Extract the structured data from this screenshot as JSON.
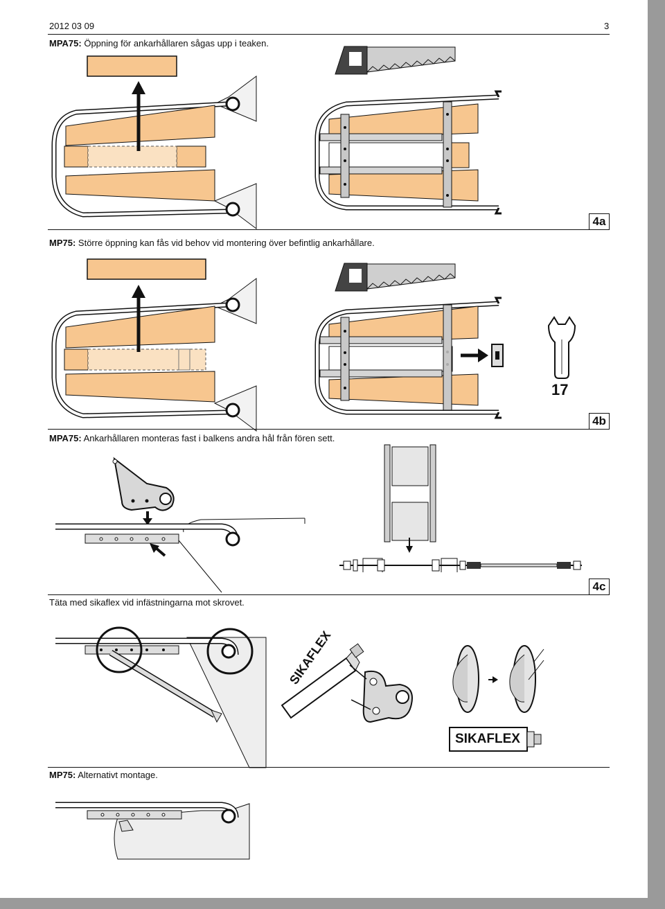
{
  "header": {
    "date": "2012 03 09",
    "page_number": "3"
  },
  "sections": [
    {
      "id": "4a",
      "label_bold": "MPA75:",
      "label_text": " Öppning för ankarhållaren sågas upp i teaken.",
      "badge": "4a"
    },
    {
      "id": "4b",
      "label_bold": "MP75:",
      "label_text": " Större öppning kan fås vid behov vid montering över befintlig ankarhållare.",
      "badge": "4b",
      "wrench_size": "17"
    },
    {
      "id": "4c",
      "label_bold": "MPA75:",
      "label_text": " Ankarhållaren monteras fast i balkens andra hål från fören sett.",
      "badge": "4c"
    },
    {
      "id": "seal",
      "label_text": "Täta med sikaflex vid infästningarna mot skrovet.",
      "product_label_1": "SIKAFLEX",
      "product_label_2": "SIKAFLEX"
    },
    {
      "id": "alt",
      "label_bold": "MP75:",
      "label_text": " Alternativt montage."
    }
  ],
  "colors": {
    "teak": "#f7c68f",
    "teak_light": "#fae1c2",
    "steel": "#b9b9b9",
    "ink": "#111111",
    "page_bg": "#9a9a9a"
  }
}
